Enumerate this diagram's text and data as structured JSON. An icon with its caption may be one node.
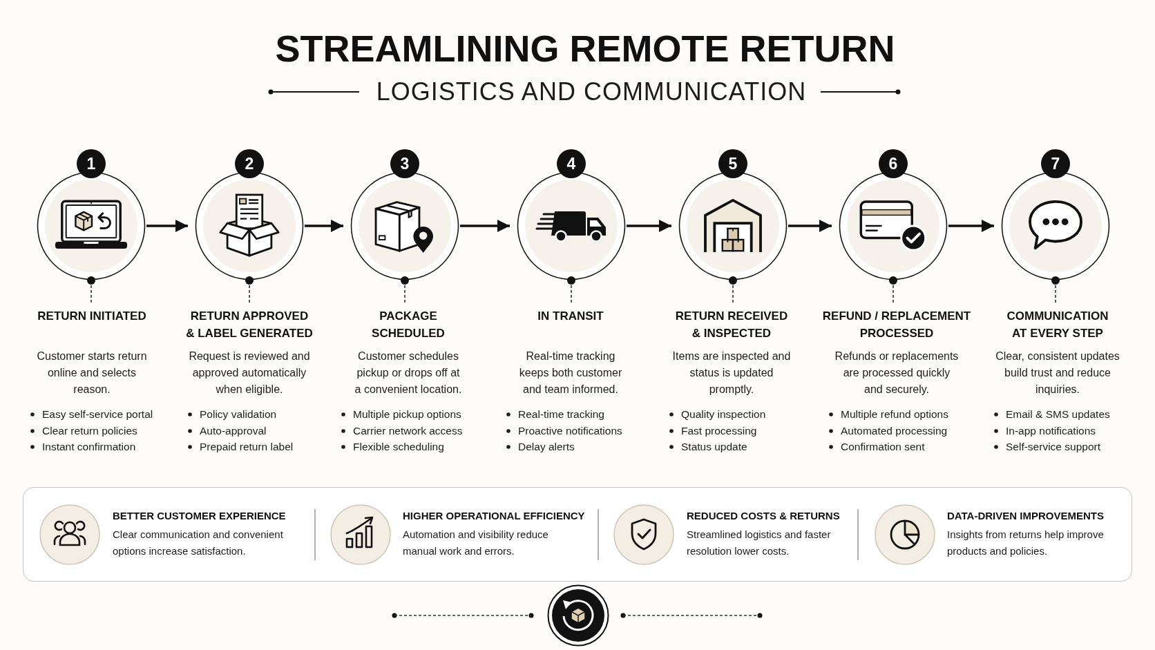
{
  "diagram": {
    "title": "STREAMLINING REMOTE RETURN",
    "nodes": [
      {
        "text": [
          "1"
        ],
        "beside": [
          "RETURN INITIATED",
          "Customer starts return online and selects reason.",
          "Easy self-service portal",
          "Clear return policies",
          "Instant confirmation"
        ]
      },
      {
        "text": [
          "2"
        ],
        "beside": [
          "RETURN APPROVED & LABEL GENERATED",
          "Request is reviewed and approved automatically when eligible.",
          "Policy validation",
          "Auto-approval",
          "Prepaid return label"
        ]
      },
      {
        "text": [
          "3"
        ],
        "beside": [
          "PACKAGE SCHEDULED",
          "Customer schedules pickup or drops off at a convenient location.",
          "Multiple pickup options",
          "Carrier network access",
          "Flexible scheduling"
        ]
      },
      {
        "text": [
          "4"
        ],
        "beside": [
          "IN TRANSIT",
          "Real-time tracking keeps both customer and team informed.",
          "Real-time tracking",
          "Proactive notifications",
          "Delay alerts"
        ]
      },
      {
        "text": [
          "5"
        ],
        "beside": [
          "RETURN RECEIVED & INSPECTED",
          "Items are inspected and status is updated promptly.",
          "Quality inspection",
          "Fast processing",
          "Status update"
        ]
      },
      {
        "text": [
          "6"
        ],
        "beside": [
          "REFUND / REPLACEMENT PROCESSED",
          "Refunds or replacements are processed quickly and securely.",
          "Multiple refund options",
          "Automated processing",
          "Confirmation sent"
        ]
      },
      {
        "text": [
          "7"
        ],
        "beside": [
          "COMMUNICATION AT EVERY STEP",
          "Clear, consistent updates build trust and reduce inquiries.",
          "Email & SMS updates",
          "In-app notifications",
          "Self-service support"
        ]
      },
      {
        "text": [
          "BETTER CUSTOMER EXPERIENCE",
          "Clear communication and convenient options increase satisfaction.",
          "HIGHER OPERATIONAL EFFICIENCY",
          "Automation and visibility reduce manual work and errors.",
          "REDUCED COSTS & RETURNS",
          "Streamlined logistics and faster resolution lower costs.",
          "DATA-DRIVEN IMPROVEMENTS",
          "Insights from returns help improve products and policies."
        ]
      }
    ],
    "edges": [
      {
        "from": 0,
        "to": 1,
        "arrow": "to"
      },
      {
        "from": 1,
        "to": 2,
        "arrow": "to"
      },
      {
        "from": 2,
        "to": 3,
        "arrow": "to"
      },
      {
        "from": 3,
        "to": 4,
        "arrow": "to"
      },
      {
        "from": 4,
        "to": 5,
        "arrow": "to"
      },
      {
        "from": 5,
        "to": 6,
        "arrow": "to"
      }
    ],
    "labels": [
      "LOGISTICS AND COMMUNICATION"
    ]
  }
}
